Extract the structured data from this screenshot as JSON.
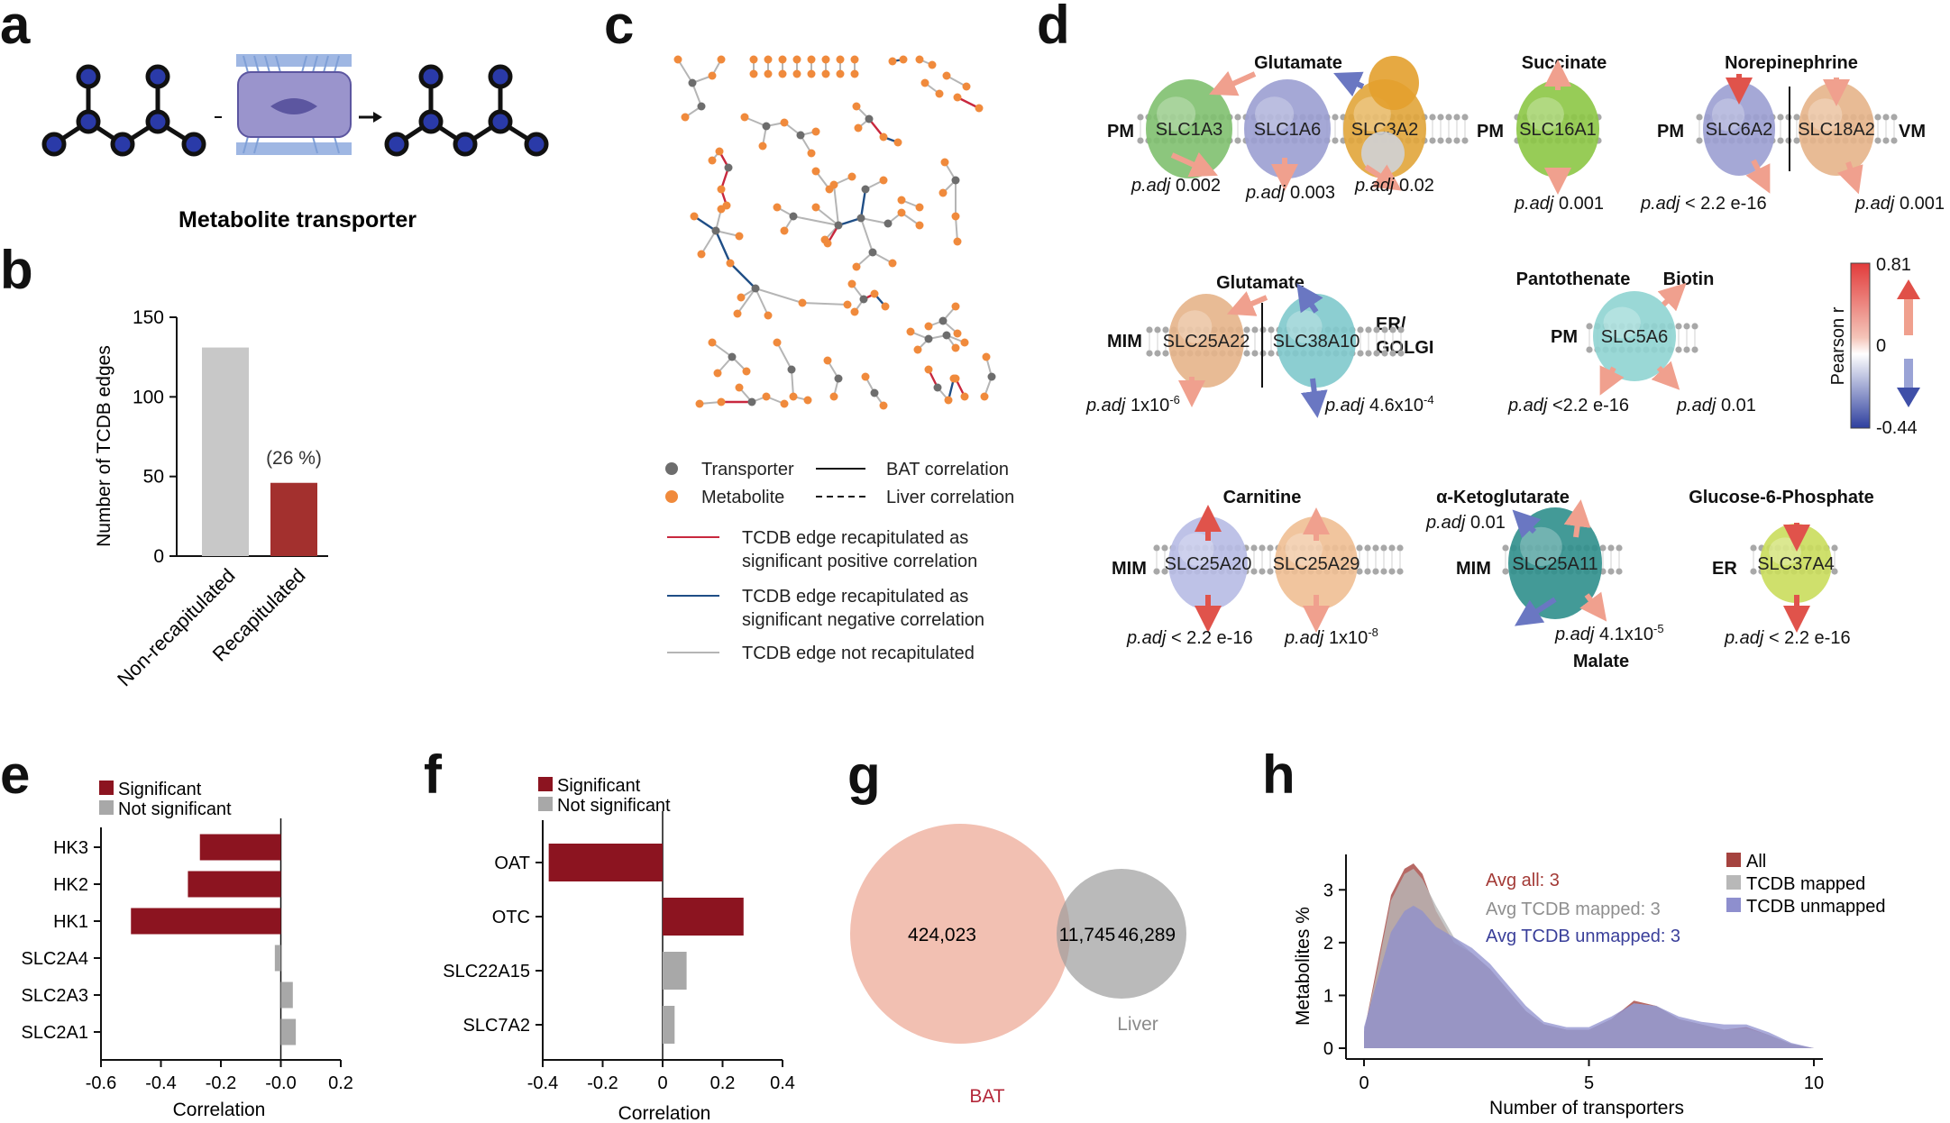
{
  "panels": {
    "a": {
      "letter": "a",
      "caption": "Metabolite transporter"
    },
    "b": {
      "letter": "b"
    },
    "c": {
      "letter": "c"
    },
    "d": {
      "letter": "d"
    },
    "e": {
      "letter": "e"
    },
    "f": {
      "letter": "f"
    },
    "g": {
      "letter": "g"
    },
    "h": {
      "letter": "h"
    }
  },
  "legend_c": {
    "transporter": "Transporter",
    "metabolite": "Metabolite",
    "bat": "BAT correlation",
    "liver": "Liver correlation",
    "pos1": "TCDB edge recapitulated as",
    "pos2": "significant positive correlation",
    "neg1": "TCDB edge recapitulated as",
    "neg2": "significant negative correlation",
    "not": "TCDB edge not recapitulated",
    "colors": {
      "transporter": "#6d6d6d",
      "metabolite": "#f08a3c",
      "positive": "#c8283e",
      "negative": "#1f4e86",
      "not": "#b5b5b5"
    }
  },
  "panel_d": {
    "glutamate1": "Glutamate",
    "succinate": "Succinate",
    "norepinephrine": "Norepinephrine",
    "glutamate2": "Glutamate",
    "pantothenate": "Pantothenate",
    "biotin": "Biotin",
    "carnitine": "Carnitine",
    "aketo": "α-Ketoglutarate",
    "g6p": "Glucose-6-Phosphate",
    "malate": "Malate",
    "loc": {
      "pm": "PM",
      "vm": "VM",
      "mim": "MIM",
      "er_golgi1": "ER/",
      "er_golgi2": "GOLGI",
      "er": "ER"
    },
    "genes": {
      "slc1a3": "SLC1A3",
      "slc1a6": "SLC1A6",
      "slc3a2": "SLC3A2",
      "slc16a1": "SLC16A1",
      "slc6a2": "SLC6A2",
      "slc18a2": "SLC18A2",
      "slc25a22": "SLC25A22",
      "slc38a10": "SLC38A10",
      "slc5a6": "SLC5A6",
      "slc25a20": "SLC25A20",
      "slc25a29": "SLC25A29",
      "slc25a11": "SLC25A11",
      "slc37a4": "SLC37A4"
    },
    "padj_label": "p.adj",
    "padj": {
      "slc1a3": "0.002",
      "slc1a6": "0.003",
      "slc3a2": "0.02",
      "slc16a1": "0.001",
      "slc6a2": "< 2.2 e-16",
      "slc18a2": "0.001",
      "slc25a22": "1x10",
      "slc25a22_exp": "-6",
      "slc38a10": "4.6x10",
      "slc38a10_exp": "-4",
      "slc5a6_a": "<2.2 e-16",
      "slc5a6_b": "0.01",
      "slc25a20": "< 2.2     e-16",
      "slc25a29": "1x10",
      "slc25a29_exp": "-8",
      "slc25a11_a": "0.01",
      "slc25a11_b": "4.1x10",
      "slc25a11_b_exp": "-5",
      "slc37a4": "< 2.2 e-16"
    },
    "colorbar": {
      "max": "0.81",
      "mid": "0",
      "min": "-0.44",
      "label": "Pearson r"
    }
  },
  "chart_data": [
    {
      "panel": "b",
      "type": "bar",
      "categories": [
        "Non-recapitulated",
        "Recapitulated"
      ],
      "values": [
        131,
        46
      ],
      "colors": [
        "#c8c8c8",
        "#a3302e"
      ],
      "annotation": "(26 %)",
      "ylabel": "Number of TCDB edges",
      "ylim": [
        0,
        150
      ],
      "yticks": [
        "0",
        "50",
        "100",
        "150"
      ]
    },
    {
      "panel": "e",
      "type": "bar",
      "orientation": "horizontal",
      "categories": [
        "HK3",
        "HK2",
        "HK1",
        "SLC2A4",
        "SLC2A3",
        "SLC2A1"
      ],
      "values": [
        -0.27,
        -0.31,
        -0.5,
        -0.02,
        0.04,
        0.05
      ],
      "significant": [
        true,
        true,
        true,
        false,
        false,
        false
      ],
      "legend": [
        "Significant",
        "Not significant"
      ],
      "colors": {
        "significant": "#8c1420",
        "not": "#a8a8a8"
      },
      "xlabel": "Correlation",
      "xlim": [
        -0.6,
        0.2
      ],
      "xticks": [
        "-0.6",
        "-0.4",
        "-0.2",
        "-0.0",
        "0.2"
      ]
    },
    {
      "panel": "f",
      "type": "bar",
      "orientation": "horizontal",
      "categories": [
        "OAT",
        "OTC",
        "SLC22A15",
        "SLC7A2"
      ],
      "values": [
        -0.38,
        0.27,
        0.08,
        0.04
      ],
      "significant": [
        true,
        true,
        false,
        false
      ],
      "legend": [
        "Significant",
        "Not significant"
      ],
      "colors": {
        "significant": "#8c1420",
        "not": "#a8a8a8"
      },
      "xlabel": "Correlation",
      "xlim": [
        -0.4,
        0.4
      ],
      "xticks": [
        "-0.4",
        "-0.2",
        "0",
        "0.2",
        "0.4"
      ]
    },
    {
      "panel": "g",
      "type": "venn",
      "sets": [
        {
          "name": "BAT",
          "only": "424,023",
          "color": "#f1b9aa"
        },
        {
          "name": "Liver",
          "only": "46,289",
          "color": "#b3b3b3"
        }
      ],
      "intersection": "11,745"
    },
    {
      "panel": "h",
      "type": "area",
      "xlabel": "Number of transporters",
      "ylabel": "Metabolites %",
      "xlim": [
        0,
        10
      ],
      "ylim": [
        0,
        3.5
      ],
      "xticks": [
        "0",
        "5",
        "10"
      ],
      "yticks": [
        "0",
        "1",
        "2",
        "3"
      ],
      "legend": [
        "All",
        "TCDB mapped",
        "TCDB unmapped"
      ],
      "annotations": [
        {
          "text": "Avg all: 3",
          "color": "#a33a36"
        },
        {
          "text": "Avg TCDB mapped: 3",
          "color": "#8f8f8f"
        },
        {
          "text": "Avg TCDB unmapped: 3",
          "color": "#3a3f9a"
        }
      ],
      "series": [
        {
          "name": "All",
          "color": "#a5433f",
          "x": [
            0,
            0.3,
            0.6,
            0.9,
            1.1,
            1.3,
            1.6,
            2.0,
            2.4,
            2.8,
            3.2,
            3.6,
            4.0,
            4.5,
            5.0,
            5.5,
            6.0,
            6.5,
            7.0,
            7.5,
            8.0,
            8.5,
            9.0,
            9.5,
            10
          ],
          "values": [
            0.3,
            1.6,
            2.9,
            3.4,
            3.5,
            3.3,
            2.6,
            2.0,
            1.8,
            1.5,
            1.1,
            0.7,
            0.45,
            0.35,
            0.35,
            0.55,
            0.9,
            0.8,
            0.55,
            0.45,
            0.35,
            0.4,
            0.25,
            0.08,
            0
          ]
        },
        {
          "name": "TCDB mapped",
          "color": "#b8b8b8",
          "x": [
            0,
            0.3,
            0.6,
            0.9,
            1.1,
            1.3,
            1.6,
            2.0,
            2.4,
            2.8,
            3.2,
            3.6,
            4.0,
            4.5,
            5.0,
            5.5,
            6.0,
            6.5,
            7.0,
            7.5,
            8.0,
            8.5,
            9.0,
            9.5,
            10
          ],
          "values": [
            0.3,
            1.5,
            2.8,
            3.3,
            3.4,
            3.2,
            2.7,
            2.1,
            1.8,
            1.5,
            1.1,
            0.7,
            0.45,
            0.35,
            0.35,
            0.55,
            0.85,
            0.8,
            0.55,
            0.45,
            0.35,
            0.38,
            0.25,
            0.08,
            0
          ]
        },
        {
          "name": "TCDB unmapped",
          "color": "#8e8fce",
          "x": [
            0,
            0.3,
            0.6,
            0.9,
            1.1,
            1.3,
            1.6,
            2.0,
            2.4,
            2.8,
            3.2,
            3.6,
            4.0,
            4.5,
            5.0,
            5.5,
            6.0,
            6.5,
            7.0,
            7.5,
            8.0,
            8.5,
            9.0,
            9.5,
            10
          ],
          "values": [
            0.4,
            1.3,
            2.2,
            2.6,
            2.7,
            2.6,
            2.3,
            2.1,
            1.9,
            1.6,
            1.2,
            0.8,
            0.5,
            0.4,
            0.4,
            0.6,
            0.85,
            0.8,
            0.6,
            0.5,
            0.45,
            0.45,
            0.3,
            0.1,
            0
          ]
        }
      ]
    }
  ]
}
